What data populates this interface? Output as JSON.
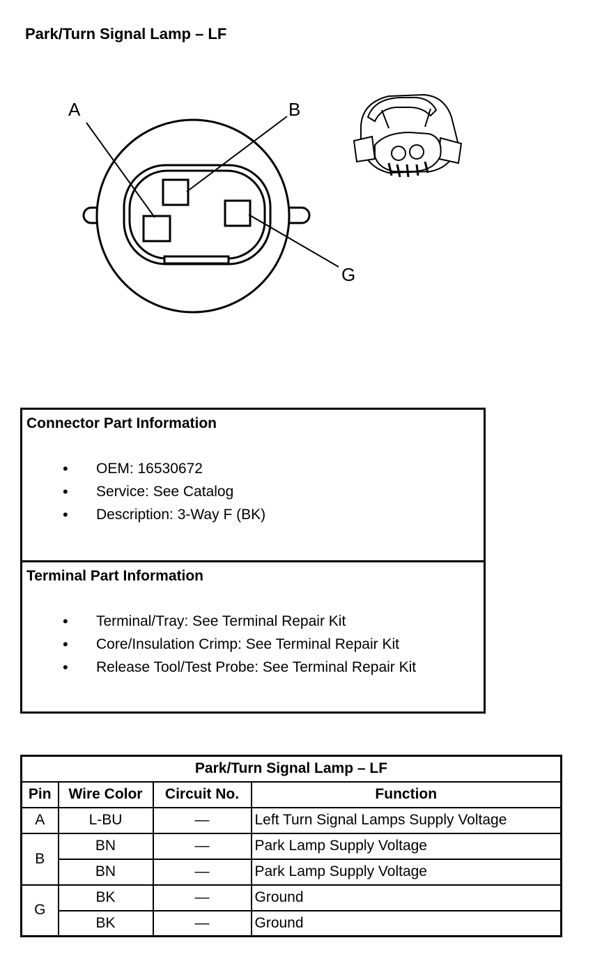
{
  "title": "Park/Turn Signal Lamp – LF",
  "diagram": {
    "label_a": "A",
    "label_b": "B",
    "label_g": "G"
  },
  "connector_info": {
    "heading": "Connector Part Information",
    "items": [
      "OEM: 16530672",
      "Service: See Catalog",
      "Description: 3-Way F (BK)"
    ]
  },
  "terminal_info": {
    "heading": "Terminal Part Information",
    "items": [
      "Terminal/Tray: See Terminal Repair Kit",
      "Core/Insulation Crimp: See Terminal Repair Kit",
      "Release Tool/Test Probe: See Terminal Repair Kit"
    ]
  },
  "pin_table": {
    "title": "Park/Turn Signal Lamp – LF",
    "headers": [
      "Pin",
      "Wire Color",
      "Circuit No.",
      "Function"
    ],
    "rows": [
      {
        "pin": "A",
        "wire": "L-BU",
        "circuit": "—",
        "function": "Left Turn Signal Lamps Supply Voltage"
      },
      {
        "pin": "B",
        "wire": "BN",
        "circuit": "—",
        "function": "Park Lamp Supply Voltage"
      },
      {
        "pin": "",
        "wire": "BN",
        "circuit": "—",
        "function": "Park Lamp Supply Voltage"
      },
      {
        "pin": "G",
        "wire": "BK",
        "circuit": "—",
        "function": "Ground"
      },
      {
        "pin": "",
        "wire": "BK",
        "circuit": "—",
        "function": "Ground"
      }
    ]
  }
}
